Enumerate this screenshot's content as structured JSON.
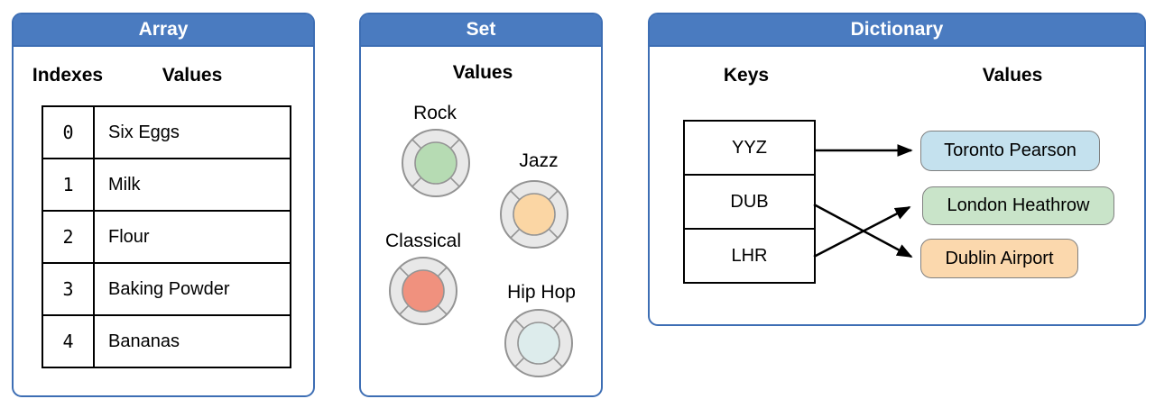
{
  "colors": {
    "header_blue": "#4a7bc0",
    "panel_border": "#3d6eb4",
    "ring_fill": "#e8e8e8",
    "ring_stroke": "#949494"
  },
  "panels": {
    "array": {
      "title": "Array",
      "indexes_header": "Indexes",
      "values_header": "Values",
      "rows": [
        {
          "index": "0",
          "value": "Six Eggs"
        },
        {
          "index": "1",
          "value": "Milk"
        },
        {
          "index": "2",
          "value": "Flour"
        },
        {
          "index": "3",
          "value": "Baking Powder"
        },
        {
          "index": "4",
          "value": "Bananas"
        }
      ]
    },
    "set": {
      "title": "Set",
      "values_header": "Values",
      "items": [
        {
          "label": "Rock",
          "color": "#b6dbb3"
        },
        {
          "label": "Jazz",
          "color": "#fbd6a4"
        },
        {
          "label": "Classical",
          "color": "#f0917e"
        },
        {
          "label": "Hip Hop",
          "color": "#ddecec"
        }
      ]
    },
    "dictionary": {
      "title": "Dictionary",
      "keys_header": "Keys",
      "values_header": "Values",
      "entries": [
        {
          "key": "YYZ",
          "value": "Toronto Pearson",
          "color": "#c4e1ee"
        },
        {
          "key": "DUB",
          "value": "Dublin Airport",
          "color": "#fbd8ad"
        },
        {
          "key": "LHR",
          "value": "London Heathrow",
          "color": "#c9e4c9"
        }
      ]
    }
  }
}
